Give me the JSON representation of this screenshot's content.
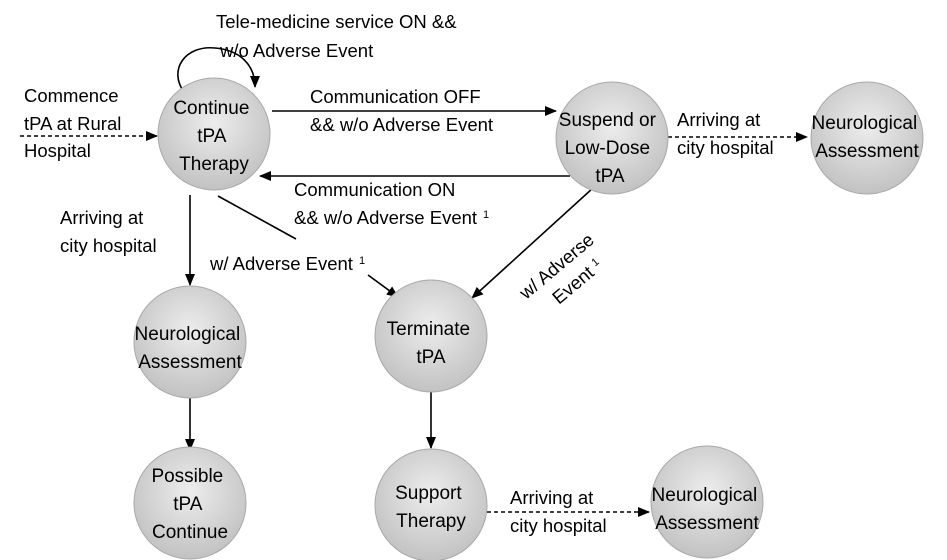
{
  "diagram": {
    "nodes": {
      "continue": {
        "lines": [
          "Continue",
          "tPA",
          "Therapy"
        ]
      },
      "suspend": {
        "lines": [
          "Suspend or",
          "Low-Dose",
          "tPA"
        ]
      },
      "neuro_right": {
        "lines": [
          "Neurological",
          "Assessment"
        ]
      },
      "neuro_left": {
        "lines": [
          "Neurological",
          "Assessment"
        ]
      },
      "terminate": {
        "lines": [
          "Terminate",
          "tPA"
        ]
      },
      "possible": {
        "lines": [
          "Possible",
          "tPA",
          "Continue"
        ]
      },
      "support": {
        "lines": [
          "Support",
          "Therapy"
        ]
      },
      "neuro_bottom": {
        "lines": [
          "Neurological",
          "Assessment"
        ]
      }
    },
    "labels": {
      "commence": [
        "Commence",
        "tPA at Rural",
        "Hospital"
      ],
      "self_loop": [
        "Tele-medicine service ON &&",
        "w/o Adverse Event"
      ],
      "comm_off": [
        "Communication OFF",
        "&& w/o Adverse Event"
      ],
      "comm_on_1": "Communication ON",
      "comm_on_2": "&& w/o Adverse Event",
      "comm_on_sup": "1",
      "arriving_right": [
        "Arriving at",
        "city hospital"
      ],
      "arriving_left": [
        "Arriving at",
        "city hospital"
      ],
      "adverse_mid": "w/ Adverse Event",
      "adverse_mid_sup": "1",
      "adverse_right_1": "w/ Adverse",
      "adverse_right_2": "Event",
      "adverse_right_sup": "1",
      "arriving_bottom": [
        "Arriving at",
        "city hospital"
      ]
    },
    "colors": {
      "node_light": "#f2f2f2",
      "node_dark": "#c0c0c0",
      "stroke": "#000000"
    }
  }
}
